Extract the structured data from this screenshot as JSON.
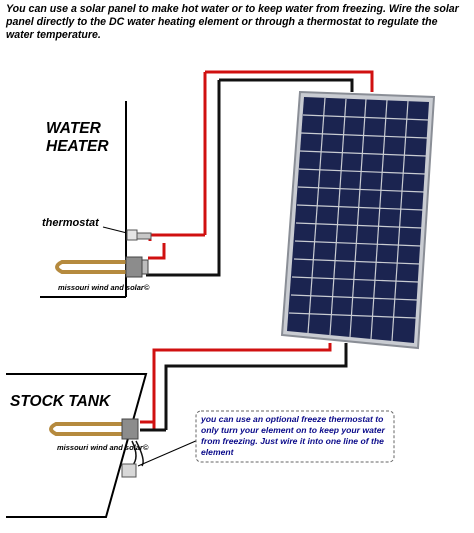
{
  "intro": "You can use a solar panel to make hot water or to keep water from freezing. Wire the solar panel directly to the DC water heating element or through a thermostat to regulate the water temperature.",
  "water_heater": {
    "title_line1": "WATER",
    "title_line2": "HEATER",
    "thermostat_label": "thermostat",
    "watermark": "missouri wind and solar©"
  },
  "stock_tank": {
    "title": "STOCK TANK",
    "watermark": "missouri wind and solar©"
  },
  "note": "you can use an optional freeze thermostat to only turn your element on to keep your water from freezing. Just wire it into one line of the element",
  "colors": {
    "positive_wire": "#d01010",
    "negative_wire": "#111111",
    "panel_cell": "#1b2450",
    "panel_frame": "#c9ccd2",
    "note_text": "#0a0a8a"
  }
}
